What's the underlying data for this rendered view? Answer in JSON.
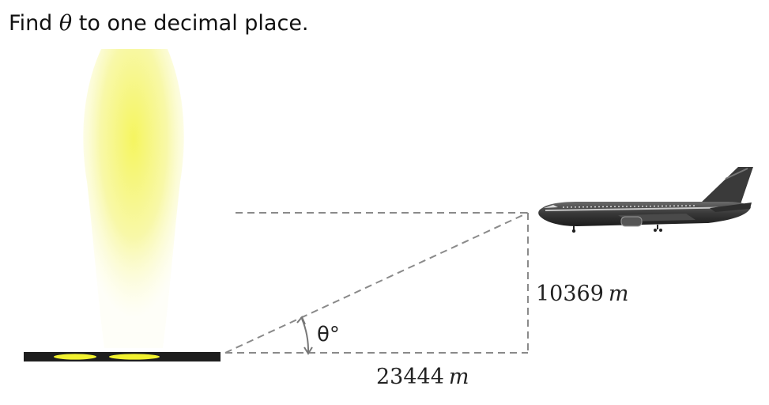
{
  "question": {
    "prefix": "Find ",
    "variable": "θ",
    "suffix": "  to one decimal place."
  },
  "diagram": {
    "height_value": "10369",
    "distance_value": "23444",
    "unit": "m",
    "angle_label": "θ°",
    "icons": [
      "searchlight-beam-icon",
      "runway-icon",
      "airplane-icon"
    ]
  }
}
